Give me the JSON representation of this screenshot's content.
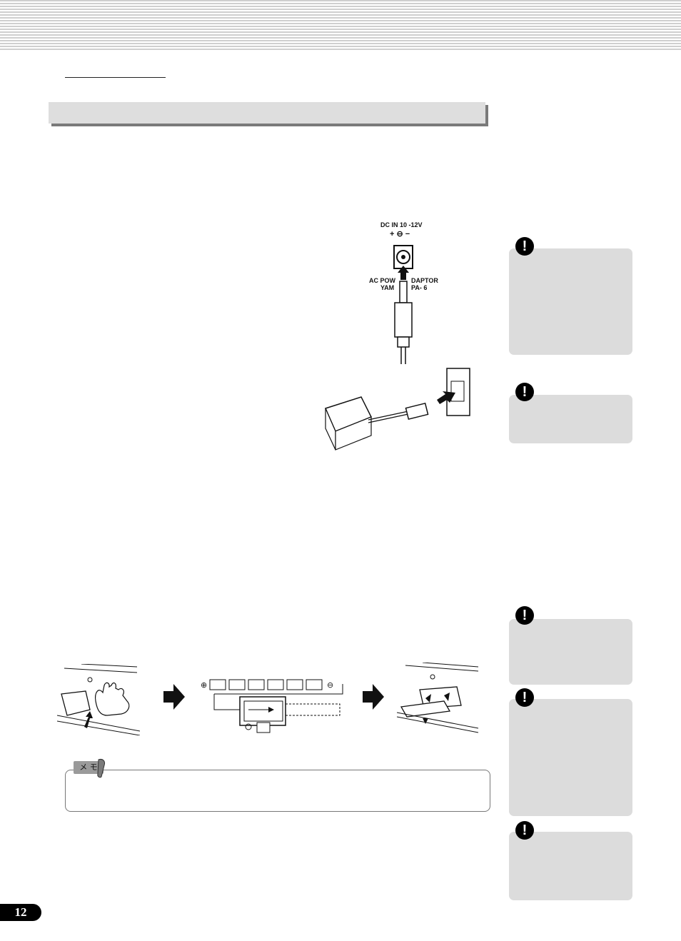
{
  "figure_dc": {
    "title": "DC  IN  10 -12V",
    "polarity": "+ ⊖ −",
    "label_left_1": "AC POW",
    "label_left_2": "YAM",
    "label_right_1": "DAPTOR",
    "label_right_2": "PA- 6"
  },
  "memo": {
    "tag": "メ モ"
  },
  "page_number": "12",
  "caution_icon": "!",
  "icons": [
    "caution-exclamation-icon",
    "arrow-right-icon",
    "memo-scroll-icon"
  ],
  "colors": {
    "caution_bg": "#dcdcdc",
    "section_bar": "#dedede",
    "page_badge": "#000000"
  }
}
